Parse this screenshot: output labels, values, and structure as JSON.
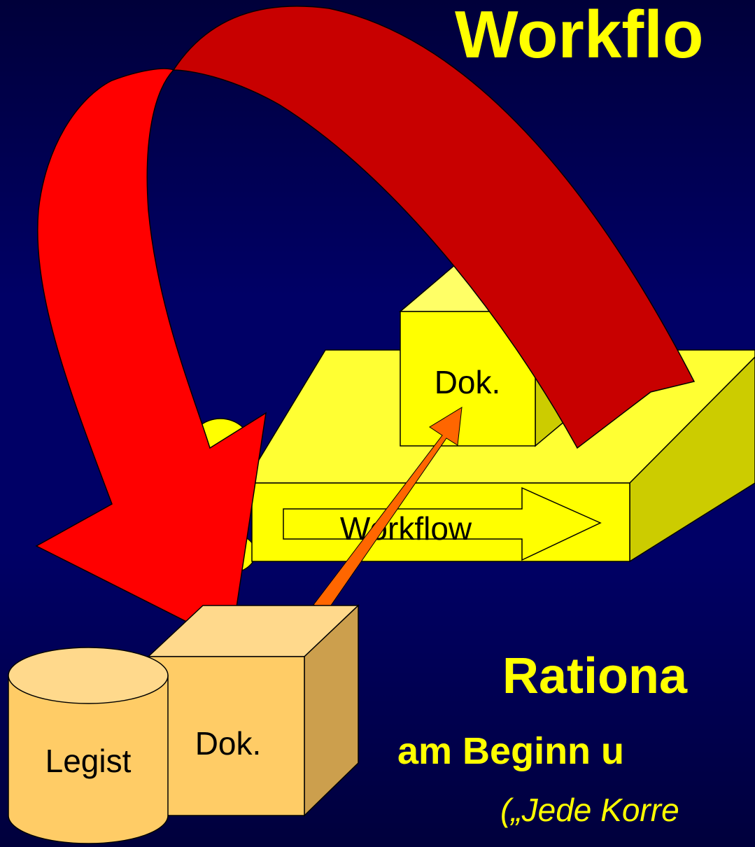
{
  "slide": {
    "title": "Workflo",
    "subtitle": "Rationa",
    "caption": "am Beginn u",
    "note": "(„Jede Korre"
  },
  "diagram": {
    "doc_top_label": "Dok.",
    "workflow_label": "Workflow",
    "doc_bottom_label": "Dok.",
    "legist_label": "Legist"
  },
  "colors": {
    "background": "#000066",
    "title_text": "#ffff00",
    "platform_top": "#ffff33",
    "platform_front": "#ffff00",
    "platform_side": "#cccc00",
    "box_bottom_front": "#ffcc66",
    "box_bottom_top": "#ffd98c",
    "box_bottom_side": "#cc9f4d",
    "big_arrow_front": "#ff0000",
    "big_arrow_back": "#c80000",
    "small_arrow": "#ff6600"
  }
}
